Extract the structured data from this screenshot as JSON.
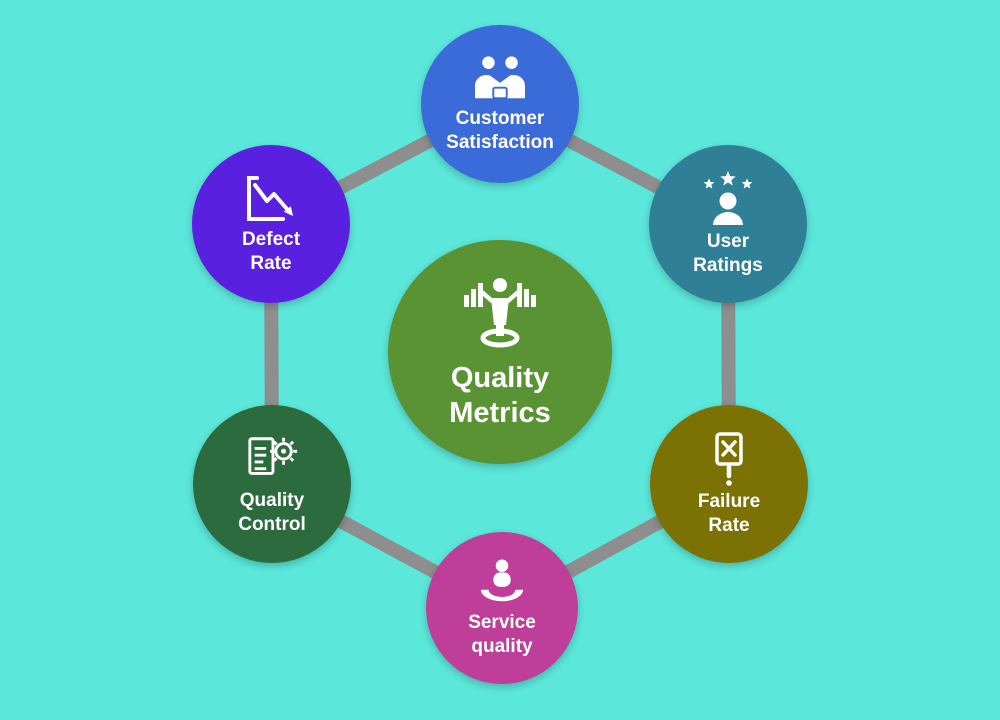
{
  "diagram_title": "Quality Metrics",
  "background_color": "#5BE7DA",
  "connector_color": "#8E8E8E",
  "center": {
    "label": "Quality\nMetrics",
    "color": "#5A9334",
    "icon": "person-presenting-charts-icon"
  },
  "nodes": [
    {
      "label": "Customer\nSatisfaction",
      "color": "#3A6BD8",
      "icon": "handshake-partners-icon"
    },
    {
      "label": "User\nRatings",
      "color": "#2F7F97",
      "icon": "user-with-stars-icon"
    },
    {
      "label": "Failure\nRate",
      "color": "#7B7203",
      "icon": "failed-document-icon"
    },
    {
      "label": "Service\nquality",
      "color": "#BE3E99",
      "icon": "hand-holding-person-icon"
    },
    {
      "label": "Quality\nControl",
      "color": "#2C6B3E",
      "icon": "checklist-gear-icon"
    },
    {
      "label": "Defect\nRate",
      "color": "#5A20DF",
      "icon": "declining-chart-icon"
    }
  ]
}
